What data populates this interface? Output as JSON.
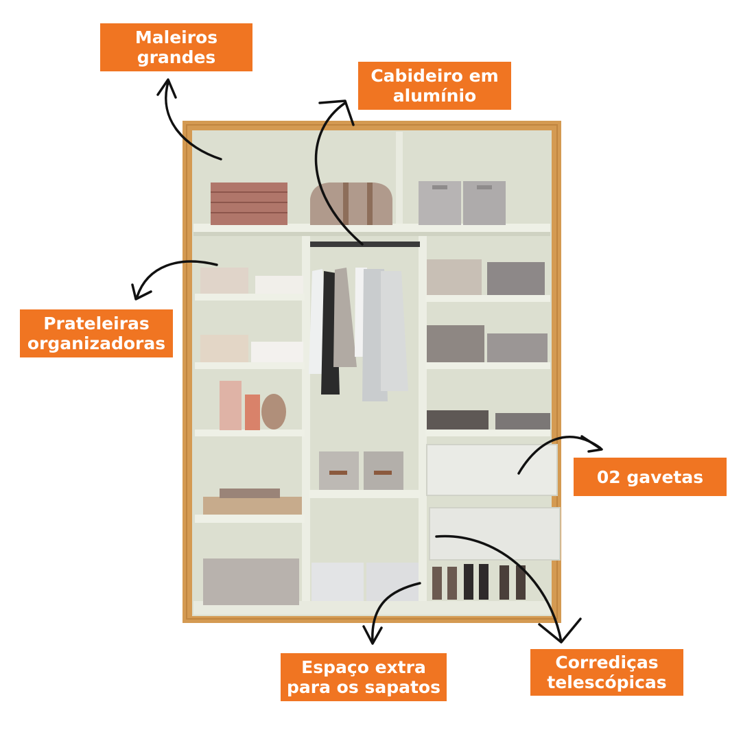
{
  "labels": {
    "maleiros": [
      "Maleiros",
      "grandes"
    ],
    "cabideiro": [
      "Cabideiro em",
      "alumínio"
    ],
    "prateleiras": [
      "Prateleiras",
      "organizadoras"
    ],
    "gavetas": [
      "02 gavetas"
    ],
    "espaco": [
      "Espaço extra",
      "para os sapatos"
    ],
    "corredicas": [
      "Corrediças",
      "telescópicas"
    ]
  },
  "colors": {
    "label_bg": "#f07522",
    "label_text": "#ffffff",
    "wardrobe_frame": "#d49a52",
    "wardrobe_interior": "#dfe1d3",
    "shelf": "#eceee4",
    "arrow": "#111111"
  }
}
